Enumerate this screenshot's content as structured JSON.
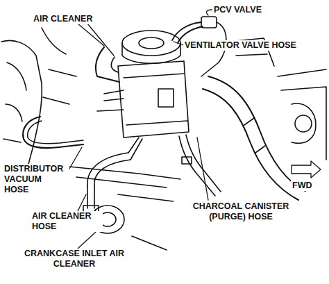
{
  "diagram": {
    "labels": [
      "PCV VALVE",
      "AIR CLEANER",
      "VENTILATOR VALVE HOSE",
      "DISTRIBUTOR VACUUM HOSE",
      "AIR CLEANER HOSE",
      "CRANKCASE INLET AIR CLEANER",
      "CHARCOAL CANISTER (PURGE) HOSE",
      "FWD"
    ]
  }
}
